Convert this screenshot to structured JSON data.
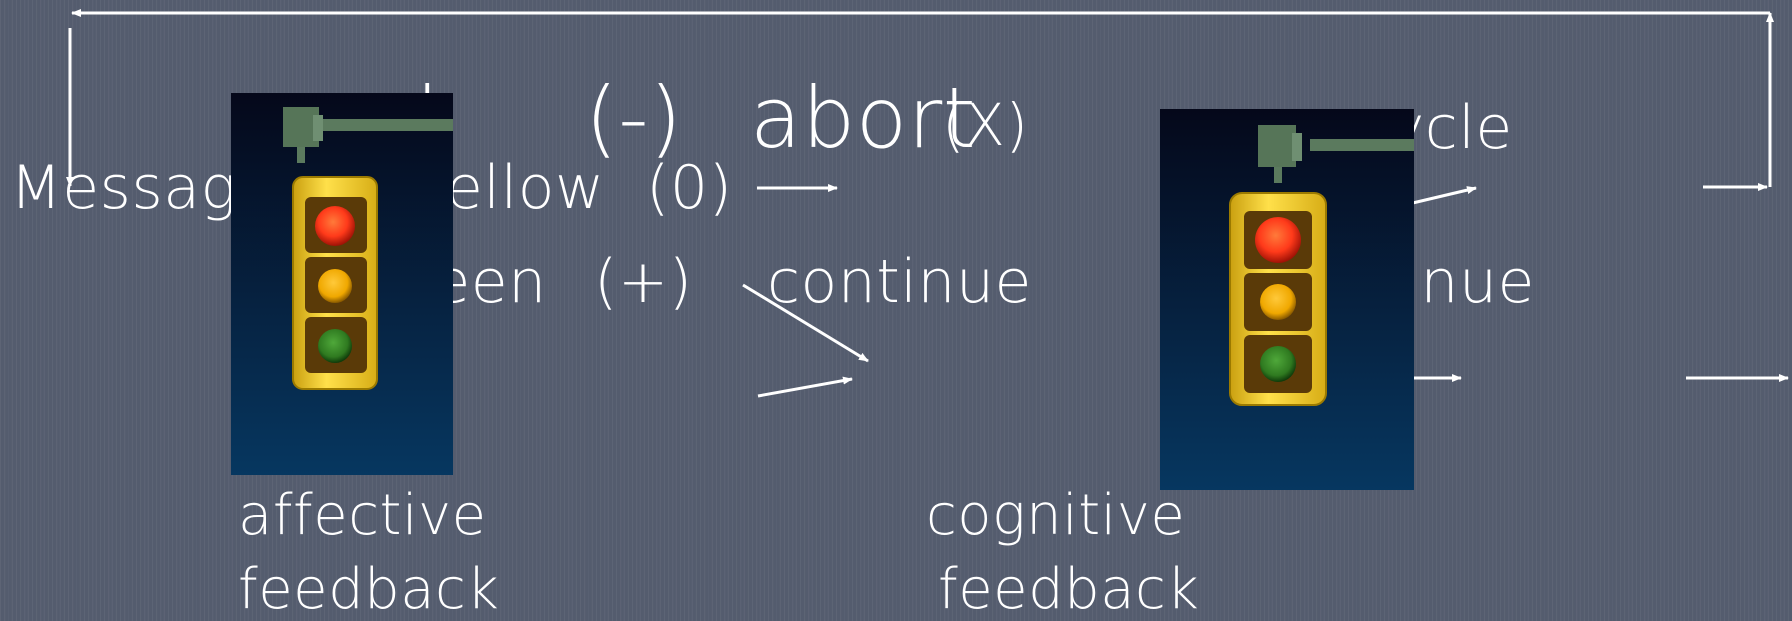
{
  "colors": {
    "background": "#545c6e",
    "text": "#ffffff",
    "arrow": "#ffffff",
    "light_housing": "#f2c81b",
    "light_red": "#ff3a1a",
    "light_yellow": "#f0a800",
    "light_green": "#2f7a20",
    "panel_top": "#05081a",
    "panel_bottom": "#063760"
  },
  "icons": [
    "traffic-light-icon",
    "traffic-light-icon"
  ],
  "diagram": {
    "message_label": "Message",
    "affective": {
      "red_label": "red",
      "red_symbol": "(-)",
      "yellow_label": "yellow",
      "yellow_symbol": "(0)",
      "green_label": "green",
      "green_symbol": "(+)",
      "caption_line1": "affective",
      "caption_line2": "feedback"
    },
    "actions": {
      "abort_label": "abort",
      "abort_symbol": "(X)",
      "continue_label": "continue"
    },
    "cognitive": {
      "recycle_label": "recycle",
      "continue_label": "continue",
      "caption_line1": "cognitive",
      "caption_line2": "feedback"
    }
  }
}
